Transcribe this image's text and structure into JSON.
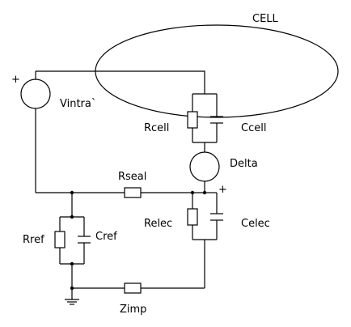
{
  "labels": {
    "cell": "CELL",
    "vintra": "Vintra`",
    "vintra_plus": "+",
    "rcell": "Rcell",
    "ccell": "Ccell",
    "delta": "Delta",
    "delta_plus": "+",
    "rseal": "Rseal",
    "relec": "Relec",
    "celec": "Celec",
    "rref": "Rref",
    "cref": "Cref",
    "zimp": "Zimp"
  },
  "colors": {
    "stroke": "#000000",
    "background": "#ffffff"
  }
}
